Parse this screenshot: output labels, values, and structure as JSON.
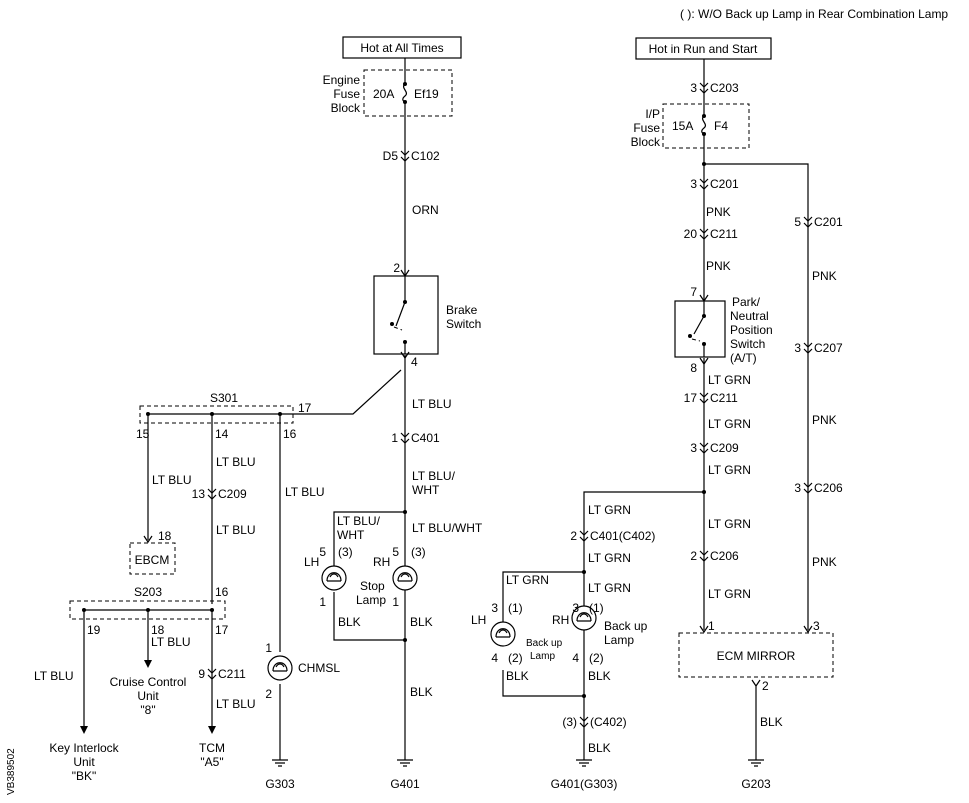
{
  "note": "( ): W/O Back up Lamp in Rear Combination Lamp",
  "side_code": "VB389502",
  "left_circuit": {
    "power_label": "Hot at All Times",
    "fuse_block_label": [
      "Engine",
      "Fuse",
      "Block"
    ],
    "fuse_rating": "20A",
    "fuse_name": "Ef19",
    "conn_c102_pin": "D5",
    "conn_c102": "C102",
    "wire_orn": "ORN",
    "brake_pin_top": "2",
    "brake_pin_bottom": "4",
    "brake_switch_label": [
      "Brake",
      "Switch"
    ],
    "wire_lt_blu": "LT BLU",
    "conn_c401_pin": "1",
    "conn_c401": "C401",
    "wire_lt_blu_wht_a": [
      "LT BLU/",
      "WHT"
    ],
    "wire_lt_blu_wht_b": [
      "LT BLU/",
      "WHT"
    ],
    "wire_lt_blu_wht_c": "LT BLU/WHT",
    "stop_lh": "LH",
    "stop_rh": "RH",
    "stop_pin_5": "5",
    "stop_pin_3": "(3)",
    "stop_pin_1": "1",
    "stop_lamp_label": [
      "Stop",
      "Lamp"
    ],
    "wire_blk": "BLK",
    "ground_g401": "G401",
    "splice_s301": "S301",
    "s301_pin_17": "17",
    "s301_pin_15": "15",
    "s301_pin_14": "14",
    "s301_pin_16": "16",
    "ebcm_pin": "18",
    "ebcm": "EBCM",
    "conn_c209_pin": "13",
    "conn_c209": "C209",
    "splice_s203": "S203",
    "s203_pin_16": "16",
    "s203_pin_19": "19",
    "s203_pin_18": "18",
    "s203_pin_17": "17",
    "conn_c211_pin": "9",
    "conn_c211": "C211",
    "cruise_label": [
      "Cruise Control",
      "Unit",
      "\"8\""
    ],
    "key_interlock_label": [
      "Key Interlock",
      "Unit",
      "\"BK\""
    ],
    "tcm_label": [
      "TCM",
      "\"A5\""
    ],
    "chmsl": "CHMSL",
    "chmsl_pin_1": "1",
    "chmsl_pin_2": "2",
    "ground_g303": "G303"
  },
  "right_circuit": {
    "power_label": "Hot in Run and Start",
    "conn_c203_pin": "3",
    "conn_c203": "C203",
    "fuse_block_label": [
      "I/P",
      "Fuse",
      "Block"
    ],
    "fuse_rating": "15A",
    "fuse_name": "F4",
    "conn_c201_pin_a": "3",
    "conn_c201_pin_b": "5",
    "conn_c201": "C201",
    "wire_pnk": "PNK",
    "conn_c211_pin": "20",
    "conn_c211": "C211",
    "pnp_pin_top": "7",
    "pnp_pin_bottom": "8",
    "pnp_label": [
      "Park/",
      "Neutral",
      "Position",
      "Switch",
      "(A/T)"
    ],
    "wire_lt_grn": "LT GRN",
    "conn_c211b_pin": "17",
    "conn_c209_pin": "3",
    "conn_c209": "C209",
    "conn_c207_pin": "3",
    "conn_c207": "C207",
    "conn_c206_pin_a": "3",
    "conn_c206_pin_b": "2",
    "conn_c206": "C206",
    "conn_c401_pin": "2",
    "conn_c401": "C401(C402)",
    "backup_lh": "LH",
    "backup_rh": "RH",
    "backup_pin_3": "3",
    "backup_pin_3p": "(1)",
    "backup_pin_4": "4",
    "backup_pin_4p": "(2)",
    "backup_lamp_label_small": [
      "Back up",
      "Lamp"
    ],
    "backup_lamp_label": [
      "Back up",
      "Lamp"
    ],
    "wire_blk": "BLK",
    "conn_c402_pin": "(3)",
    "conn_c402": "(C402)",
    "ground_g401": "G401(G303)",
    "ecm_mirror": "ECM MIRROR",
    "ecm_pin_1": "1",
    "ecm_pin_3": "3",
    "ecm_pin_2": "2",
    "ground_g203": "G203"
  }
}
